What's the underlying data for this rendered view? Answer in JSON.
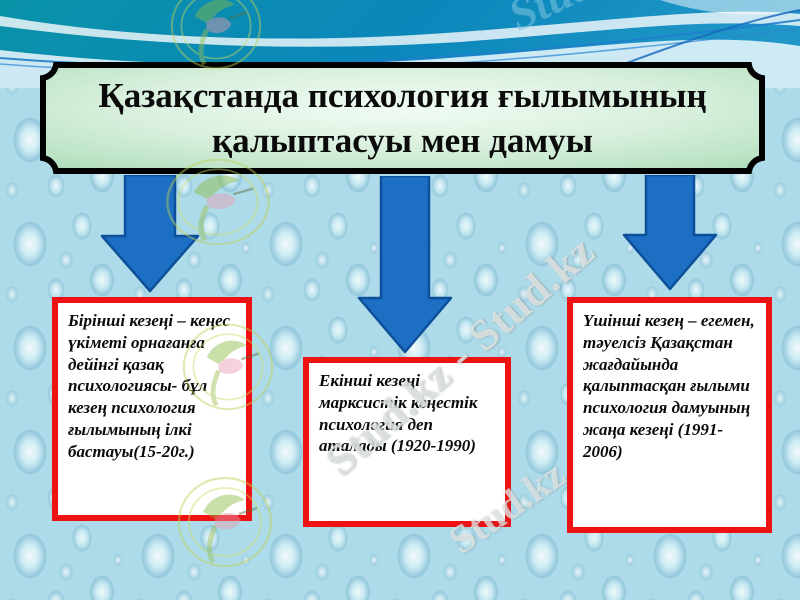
{
  "title": {
    "full": "Қазақстанда психология ғылымының қалыптасуы мен дамуы",
    "lines": [
      "Қазақстанда психология ғылымының",
      "қалыптасуы мен дамуы"
    ]
  },
  "stages": [
    {
      "id": "first",
      "text": "Бірінші кезеңі – кеңес үкіметі орнағанға дейінгі қазақ психологиясы- бұл кезең психология ғылымының ілкі бастауы(15-20г.)"
    },
    {
      "id": "second",
      "text": "Екінші кезеңі марксистік кеңестік психология деп аталады (1920-1990)"
    },
    {
      "id": "third",
      "text": "Үшінші кезең – егемен, тәуелсіз Қазақстан жағдайында қалыптасқан ғылыми психология дамуының жаңа кезеңі (1991-2006)"
    }
  ],
  "diagram": {
    "type": "top-down-flow",
    "arrow_icon": "down-arrow",
    "arrow_count": 3
  },
  "watermarks": {
    "site_name": "Stud.kz",
    "site_pair": "Stud.kz - Stud.kz",
    "logo_icon": "hummingbird-logo"
  },
  "colors": {
    "arrow_blue": "#1d6fc4",
    "arrow_outline": "#0d4f99",
    "box_border_red": "#ee1212",
    "box_fill": "#ffffff",
    "plaque_border": "#000000",
    "plaque_fill_center": "#f2fcf4",
    "plaque_fill_edge": "#9fd2ad",
    "banner_teal_left": "#0a92a8",
    "banner_teal_right": "#2097c8",
    "background_blue": "#aedbe9"
  }
}
